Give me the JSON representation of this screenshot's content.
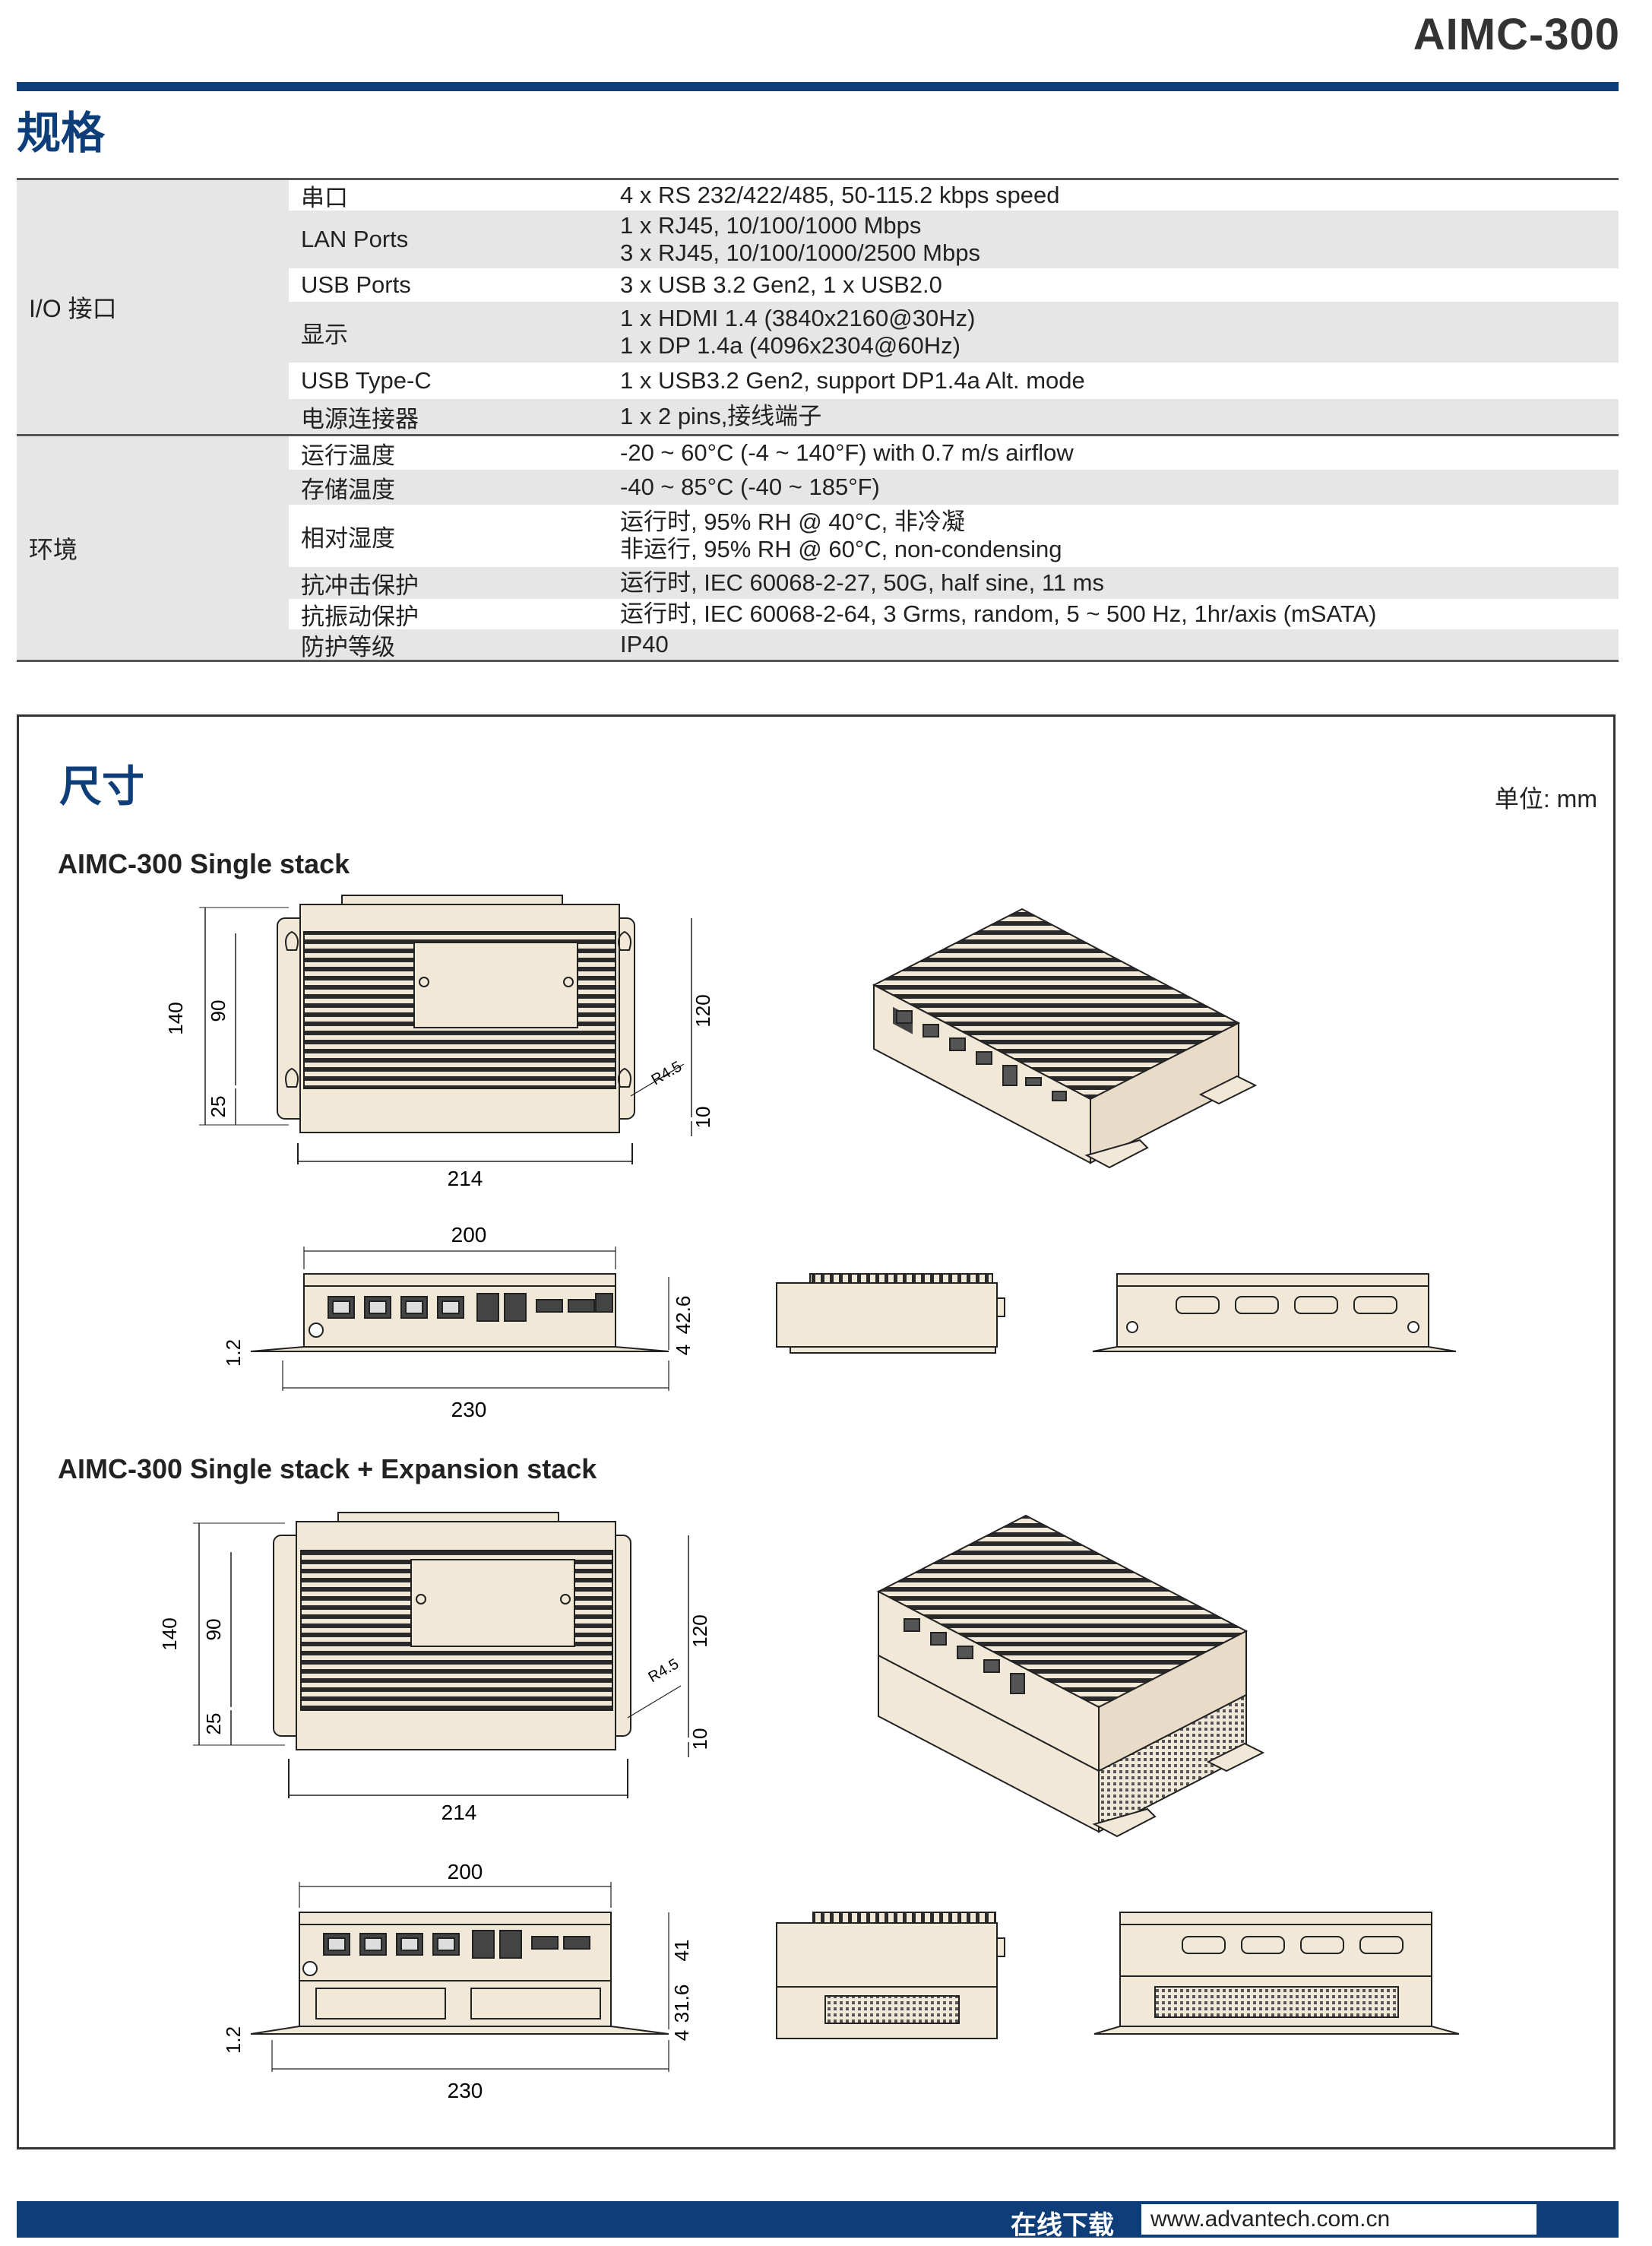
{
  "header": {
    "model": "AIMC-300",
    "spec_heading": "规格"
  },
  "spec": {
    "io": {
      "category": "I/O 接口",
      "rows": [
        {
          "name": "串口",
          "values": [
            "4 x RS 232/422/485, 50-115.2 kbps speed"
          ]
        },
        {
          "name": "LAN Ports",
          "values": [
            "1 x RJ45, 10/100/1000 Mbps",
            "3 x RJ45, 10/100/1000/2500 Mbps"
          ]
        },
        {
          "name": "USB Ports",
          "values": [
            "3 x USB 3.2 Gen2, 1 x USB2.0"
          ]
        },
        {
          "name": "显示",
          "values": [
            "1 x HDMI 1.4 (3840x2160@30Hz)",
            "1 x DP 1.4a (4096x2304@60Hz)"
          ]
        },
        {
          "name": "USB Type-C",
          "values": [
            "1 x USB3.2 Gen2, support DP1.4a Alt. mode"
          ]
        },
        {
          "name": "电源连接器",
          "values": [
            "1 x 2 pins,接线端子"
          ]
        }
      ]
    },
    "env": {
      "category": "环境",
      "rows": [
        {
          "name": "运行温度",
          "values": [
            "-20 ~ 60°C (-4 ~ 140°F) with 0.7 m/s airflow"
          ]
        },
        {
          "name": "存储温度",
          "values": [
            "-40 ~ 85°C (-40 ~ 185°F)"
          ]
        },
        {
          "name": "相对湿度",
          "values": [
            "运行时, 95% RH @ 40°C, 非冷凝",
            "非运行, 95% RH @ 60°C, non-condensing"
          ]
        },
        {
          "name": "抗冲击保护",
          "values": [
            "运行时, IEC 60068-2-27, 50G, half sine, 11 ms"
          ]
        },
        {
          "name": "抗振动保护",
          "values": [
            "运行时, IEC 60068-2-64, 3 Grms, random, 5 ~ 500 Hz, 1hr/axis (mSATA)"
          ]
        },
        {
          "name": "防护等级",
          "values": [
            "IP40"
          ]
        }
      ]
    }
  },
  "dimensions": {
    "heading": "尺寸",
    "unit": "单位: mm",
    "single": {
      "title": "AIMC-300 Single stack",
      "dims": {
        "d140": "140",
        "d90": "90",
        "d25": "25",
        "d120": "120",
        "d10": "10",
        "r45": "R4.5",
        "d214": "214",
        "d200": "200",
        "d230": "230",
        "d12": "1.2",
        "d426": "42.6",
        "d4": "4"
      }
    },
    "expansion": {
      "title": "AIMC-300 Single stack + Expansion stack",
      "dims": {
        "d140": "140",
        "d90": "90",
        "d25": "25",
        "d120": "120",
        "d10": "10",
        "r45": "R4.5",
        "d214": "214",
        "d200": "200",
        "d230": "230",
        "d12": "1.2",
        "d41": "41",
        "d316": "31.6",
        "d4": "4"
      }
    }
  },
  "footer": {
    "label": "在线下载",
    "url": "www.advantech.com.cn"
  },
  "colors": {
    "brand": "#0d3e7a",
    "shade": "#e6e6e6",
    "device": "#f2e8d8"
  }
}
